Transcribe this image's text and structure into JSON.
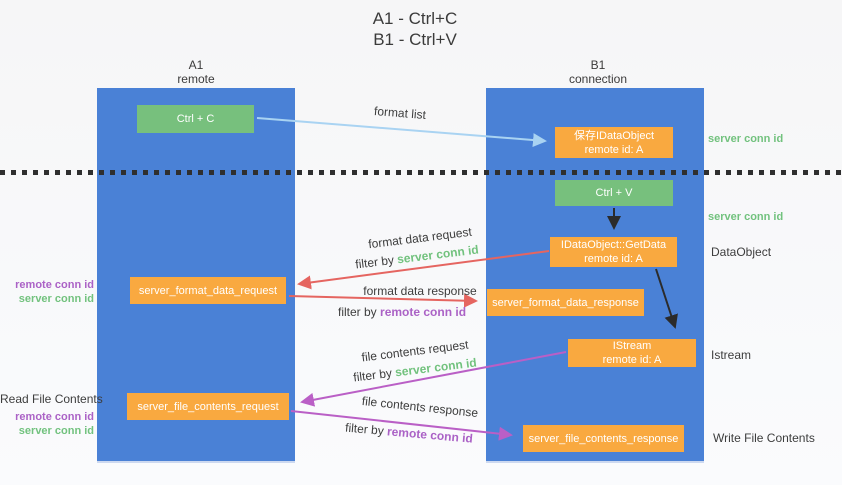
{
  "title": {
    "line1": "A1 - Ctrl+C",
    "line2": "B1 - Ctrl+V"
  },
  "lanes": {
    "left": {
      "name": "A1",
      "role": "remote"
    },
    "right": {
      "name": "B1",
      "role": "connection"
    }
  },
  "nodes": {
    "ctrl_c": {
      "label": "Ctrl + C"
    },
    "save_idataobject": {
      "line1": "保存IDataObject",
      "line2": "remote id: A"
    },
    "ctrl_v": {
      "label": "Ctrl + V"
    },
    "getdata": {
      "line1": "IDataObject::GetData",
      "line2": "remote id: A"
    },
    "format_request": {
      "label": "server_format_data_request"
    },
    "format_response": {
      "label": "server_format_data_response"
    },
    "istream": {
      "line1": "IStream",
      "line2": "remote id: A"
    },
    "file_request": {
      "label": "server_file_contents_request"
    },
    "file_response": {
      "label": "server_file_contents_response"
    }
  },
  "arrows": {
    "format_list": {
      "label": "format list"
    },
    "format_data_request": {
      "label": "format data request",
      "filter_prefix": "filter by",
      "filter_key": "server conn id"
    },
    "format_data_response": {
      "label": "format data response",
      "filter_prefix": "filter by",
      "filter_key": "remote conn id"
    },
    "file_contents_request": {
      "label": "file contents request",
      "filter_prefix": "filter by",
      "filter_key": "server conn id"
    },
    "file_contents_response": {
      "label": "file contents response",
      "filter_prefix": "filter by",
      "filter_key": "remote conn id"
    }
  },
  "side_labels": {
    "right_top_server_conn": "server conn id",
    "right_mid_server_conn": "server conn id",
    "dataobject": "DataObject",
    "istream": "Istream",
    "write_file_contents": "Write File Contents",
    "left_format_remote_conn": "remote conn id",
    "left_format_server_conn": "server conn id",
    "read_file_contents": "Read File Contents",
    "left_file_remote_conn": "remote conn id",
    "left_file_server_conn": "server conn id"
  },
  "colors": {
    "lane_blue": "#4a81d6",
    "green_box": "#77c07d",
    "orange_box": "#f9a940",
    "green_text": "#72c27e",
    "purple_text": "#ab62c6",
    "red_arrow": "#e56560",
    "purple_arrow": "#ba5fc6",
    "light_blue_arrow": "#a9d3f2",
    "black_arrow": "#2b2b2b"
  }
}
